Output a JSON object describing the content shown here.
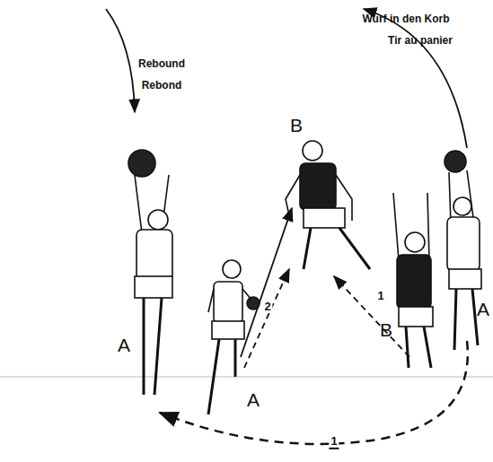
{
  "diagram": {
    "labels": [
      "Rebound",
      "Rebond",
      "Wurf in den Korb",
      "Tir au panier",
      "B",
      "A",
      "A",
      "2",
      "B",
      "A",
      "1",
      "1"
    ]
  }
}
